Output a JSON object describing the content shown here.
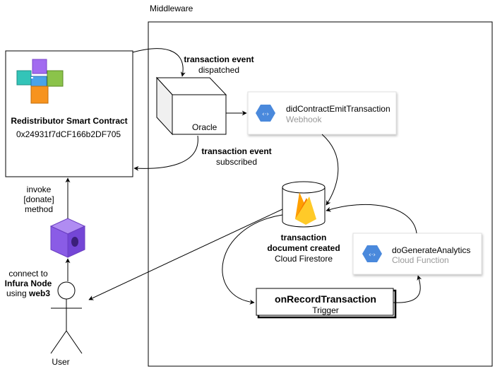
{
  "middleware": {
    "title": "Middleware"
  },
  "contract": {
    "name": "Redistributor Smart Contract",
    "address": "0x24931f7dCF166b2DF705"
  },
  "events": {
    "dispatched": {
      "title": "transaction event",
      "subtitle": "dispatched"
    },
    "subscribed": {
      "title": "transaction event",
      "subtitle": "subscribed"
    }
  },
  "oracle": {
    "label": "Oracle"
  },
  "webhook": {
    "title": "didContractEmitTransaction",
    "subtitle": "Webhook",
    "icon": "api-icon"
  },
  "firestore": {
    "line1": "transaction",
    "line2": "document created",
    "line3": "Cloud Firestore",
    "icon": "firebase-icon"
  },
  "analytics": {
    "title": "doGenerateAnalytics",
    "subtitle": "Cloud Function",
    "icon": "api-icon"
  },
  "trigger": {
    "title": "onRecordTransaction",
    "subtitle": "Trigger"
  },
  "invoke": {
    "line1": "invoke",
    "line2": "[donate]",
    "line3": "method"
  },
  "connect": {
    "line1": "connect to",
    "line2": "Infura Node",
    "line3_prefix": "using ",
    "line3_bold": "web3"
  },
  "user": {
    "label": "User"
  },
  "colors": {
    "gcp_blue": "#4a89dc",
    "firebase_yellow": "#ffca28",
    "firebase_orange": "#f57c00",
    "infura_purple": "#8a5ce6",
    "secondary_text": "#999999"
  }
}
